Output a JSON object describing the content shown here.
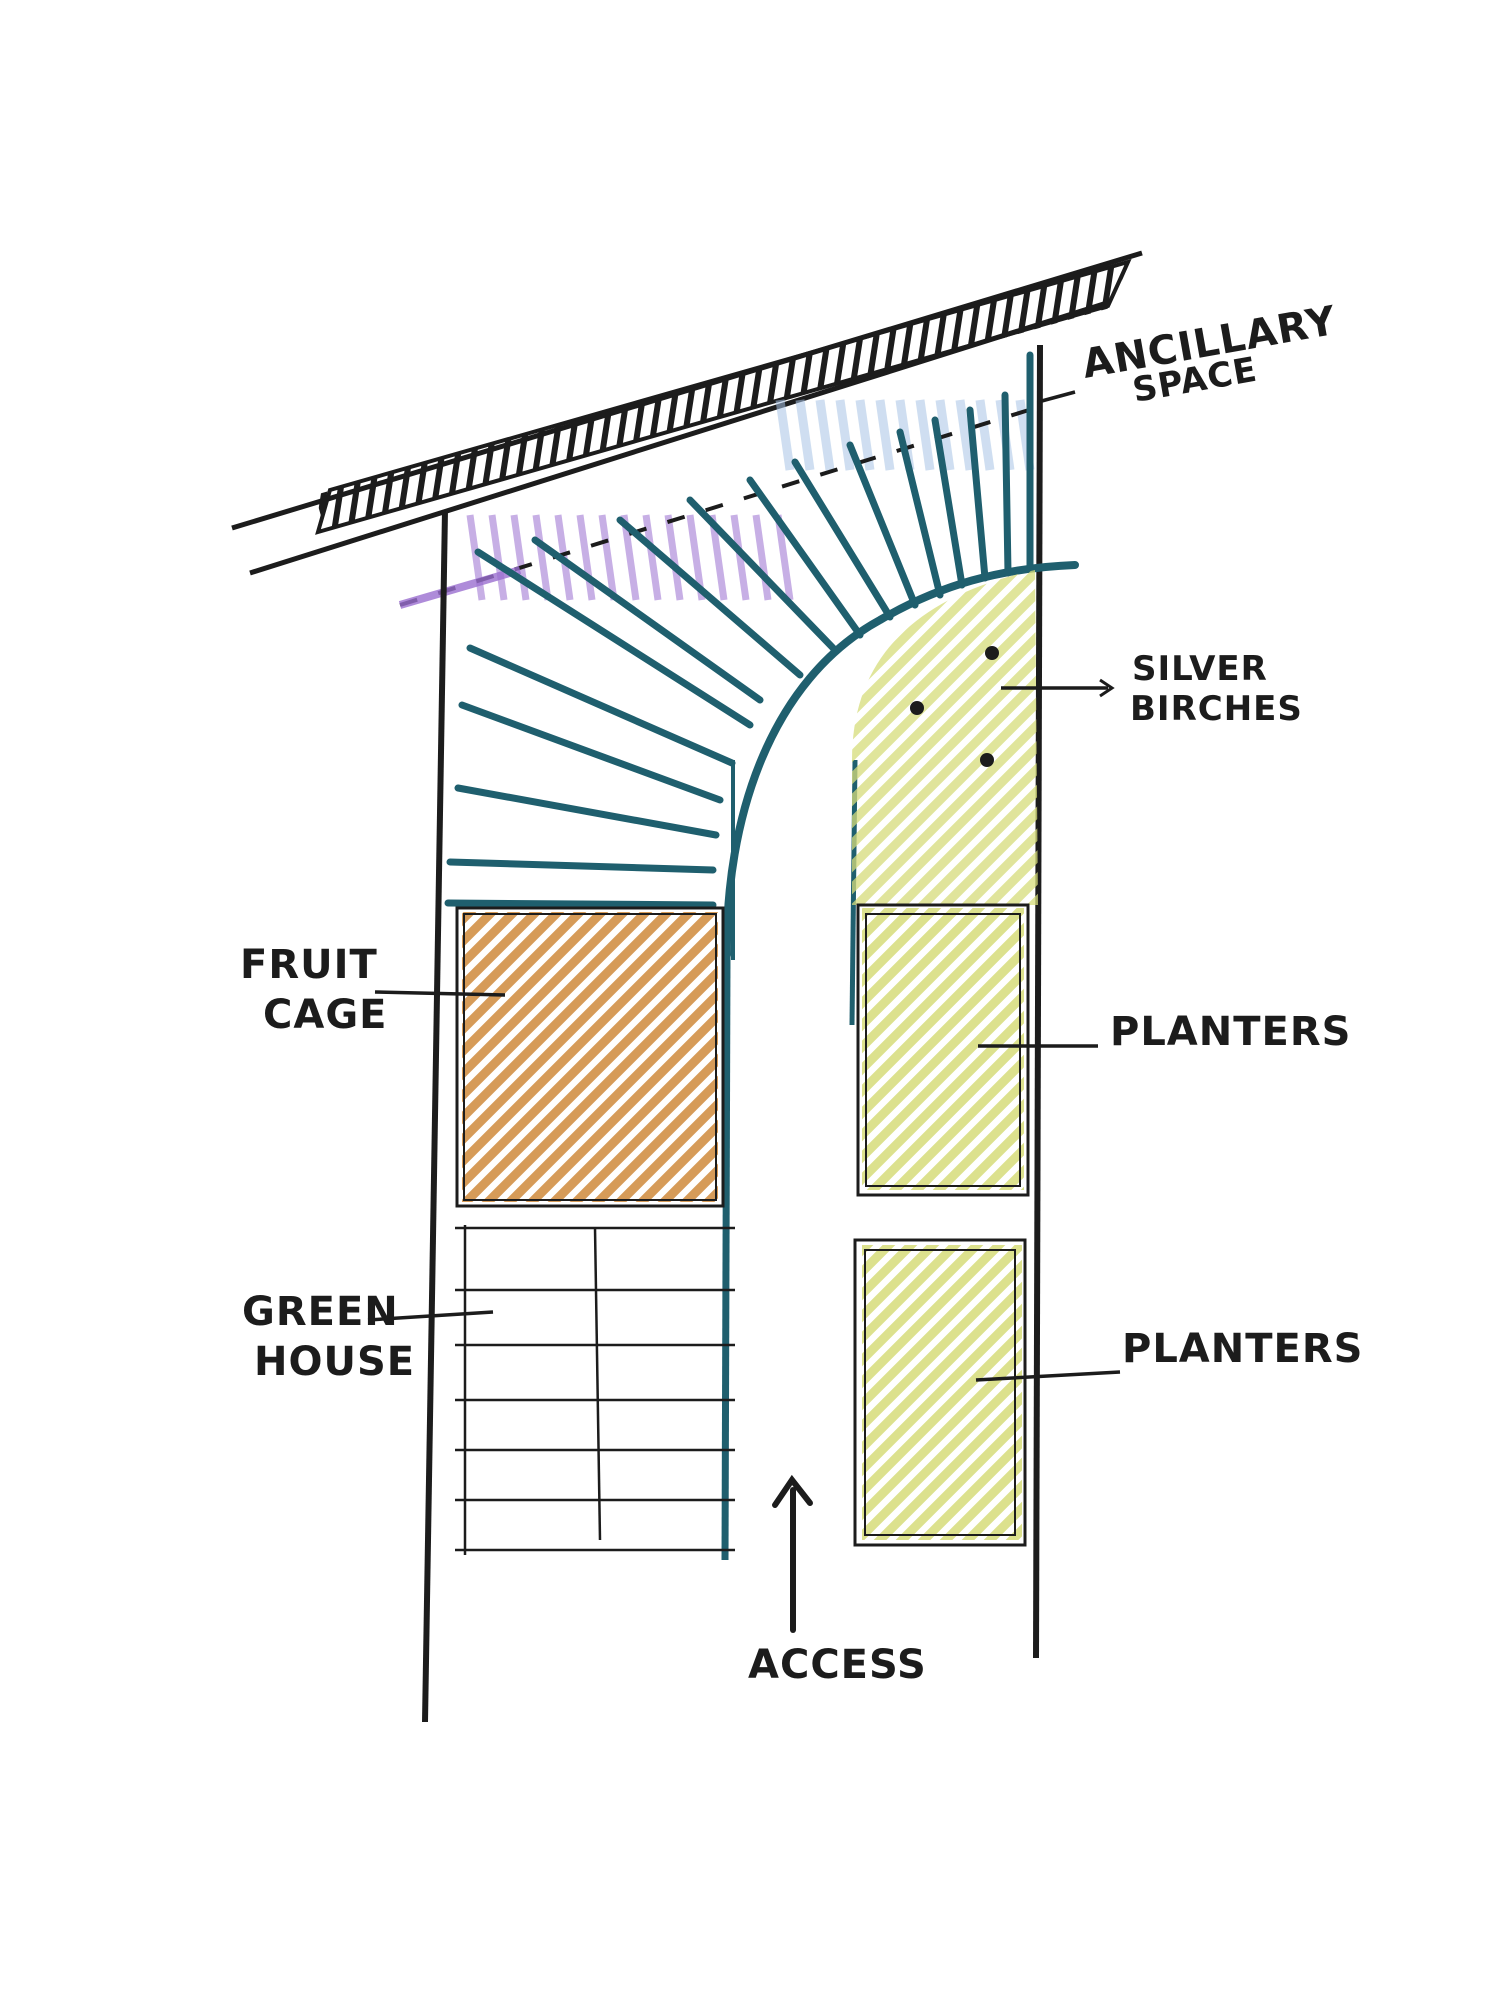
{
  "labels": {
    "ancillary_space": [
      "ANCILLARY",
      "SPACE"
    ],
    "silver_birches": [
      "SILVER",
      "BIRCHES"
    ],
    "fruit_cage": [
      "FRUIT",
      "CAGE"
    ],
    "planters_upper": "PLANTERS",
    "green_house": [
      "GREEN",
      "HOUSE"
    ],
    "planters_lower": "PLANTERS",
    "access": "ACCESS"
  },
  "colors": {
    "ink": "#1c1c1c",
    "teal": "#1f5f6e",
    "purple": "#9b6fd0",
    "light_blue": "#a9c4e6",
    "fruit_cage_orange": "#d08a3c",
    "planter_yellow": "#d6dc7a"
  }
}
